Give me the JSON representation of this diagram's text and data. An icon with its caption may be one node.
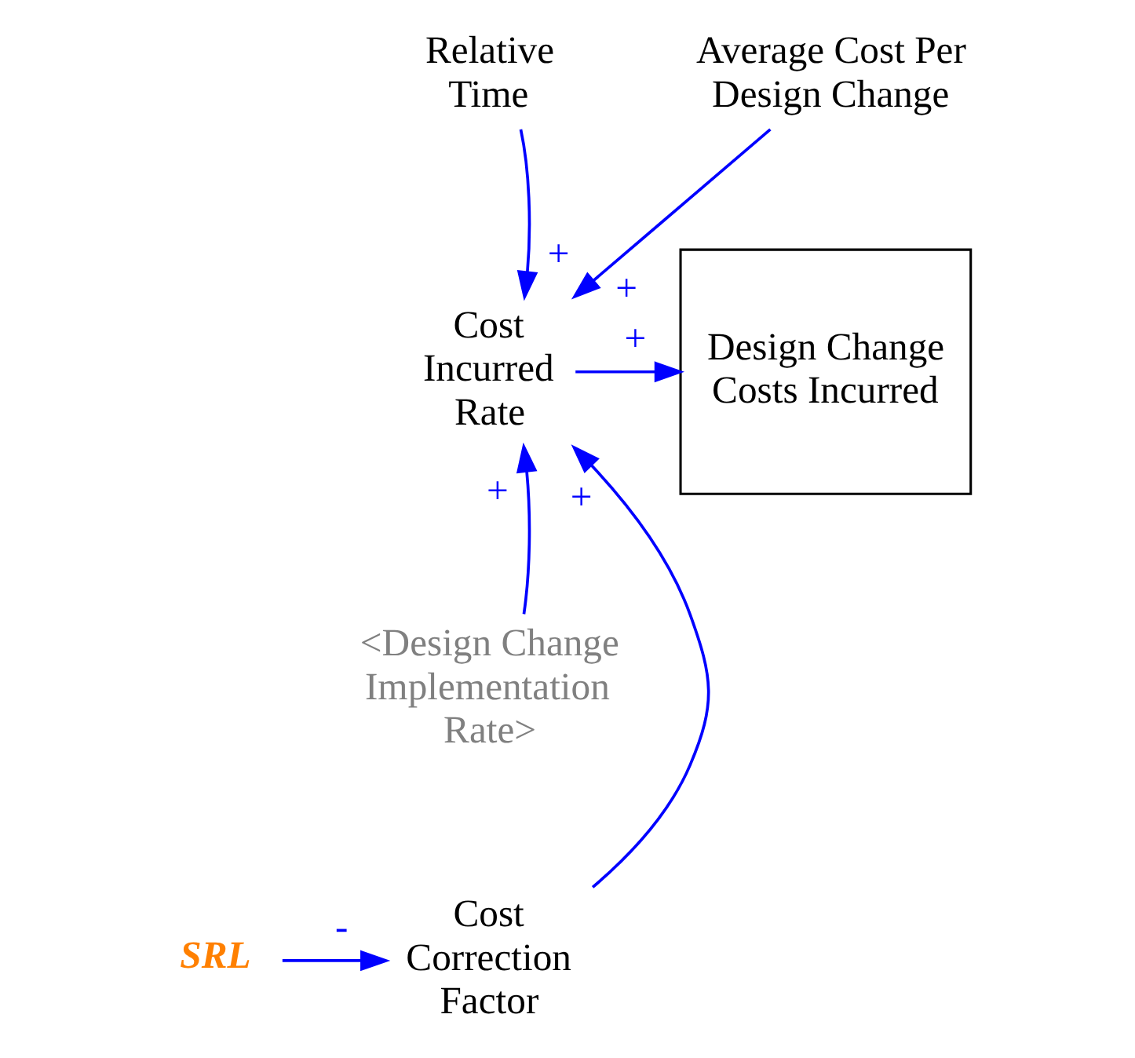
{
  "diagram": {
    "nodes": [
      {
        "text": [
          "Relative Time"
        ]
      },
      {
        "text": [
          "Average Cost Per Design Change"
        ]
      },
      {
        "text": [
          "Cost Incurred Rate"
        ]
      },
      {
        "text": [
          "Design Change Costs Incurred"
        ]
      },
      {
        "text": [
          "<Design Change Implementation Rate>"
        ]
      },
      {
        "text": [
          "Cost Correction Factor"
        ]
      },
      {
        "text": [
          "SRL"
        ]
      }
    ],
    "edges": [
      {
        "from": 0,
        "to": 2,
        "arrow": "to",
        "label": "+"
      },
      {
        "from": 1,
        "to": 2,
        "arrow": "to",
        "label": "+"
      },
      {
        "from": 2,
        "to": 3,
        "arrow": "to",
        "label": "+"
      },
      {
        "from": 4,
        "to": 2,
        "arrow": "to",
        "label": "+"
      },
      {
        "from": 5,
        "to": 2,
        "arrow": "to",
        "label": "+"
      },
      {
        "from": 6,
        "to": 5,
        "arrow": "to",
        "label": "-"
      }
    ]
  }
}
